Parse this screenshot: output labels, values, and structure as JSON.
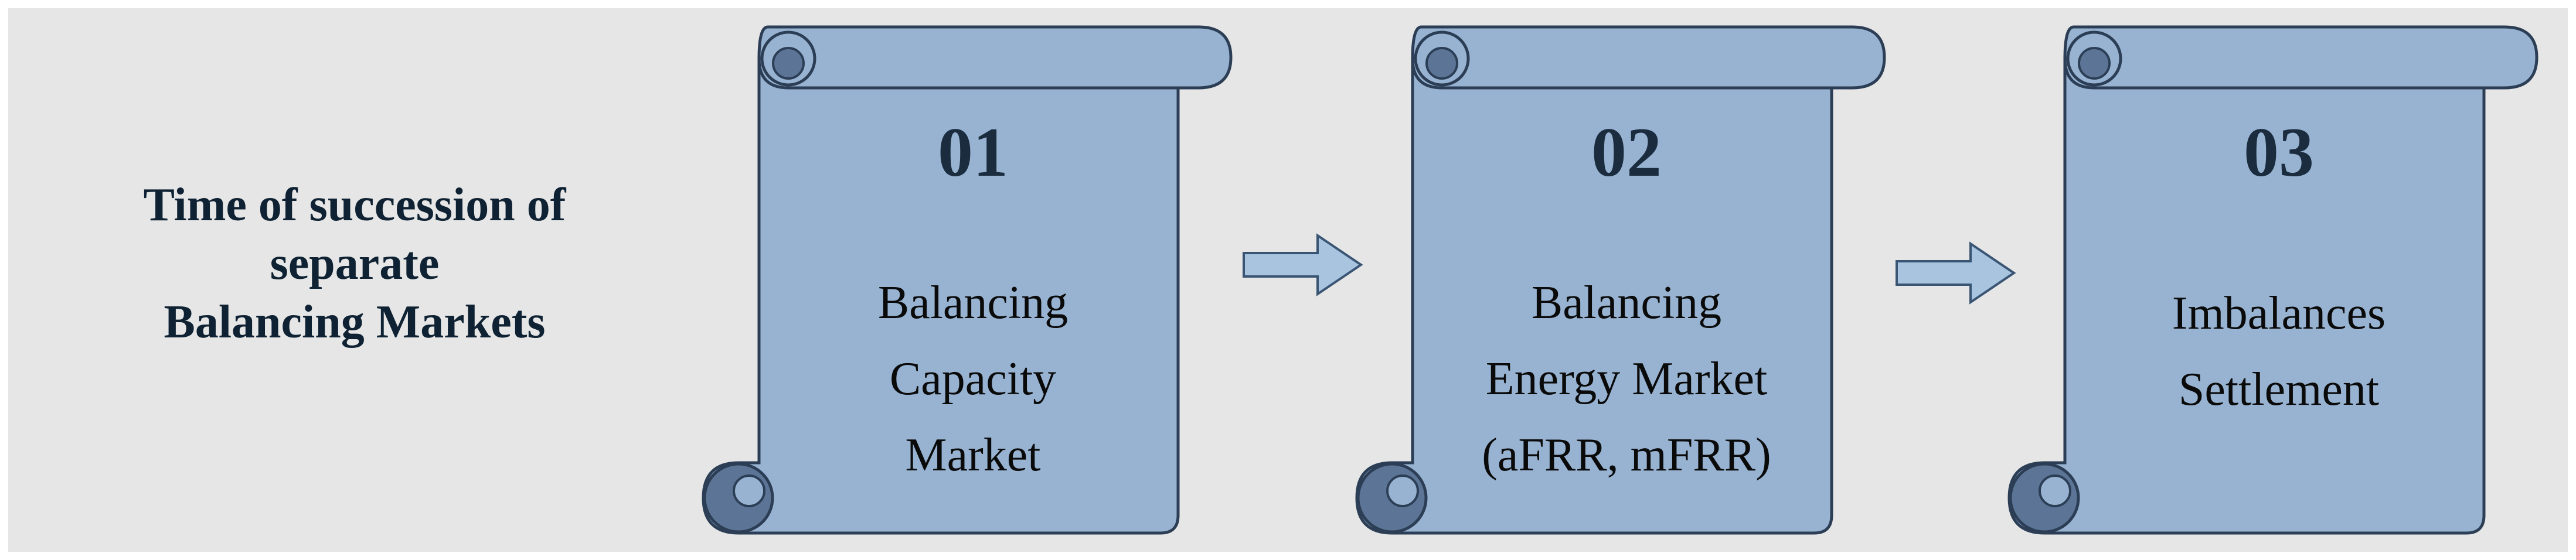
{
  "diagram": {
    "title": "Time of succession of\nseparate\nBalancing Markets",
    "steps": [
      {
        "number": "01",
        "label": "Balancing\nCapacity\nMarket"
      },
      {
        "number": "02",
        "label": "Balancing\nEnergy Market\n(aFRR, mFRR)"
      },
      {
        "number": "03",
        "label": "Imbalances\nSettlement"
      }
    ],
    "colors": {
      "background": "#e6e6e6",
      "scroll_fill": "#97b3d1",
      "scroll_stroke": "#2c3e55",
      "scroll_shadow": "#5c7596",
      "arrow_fill": "#a9c4df"
    }
  }
}
